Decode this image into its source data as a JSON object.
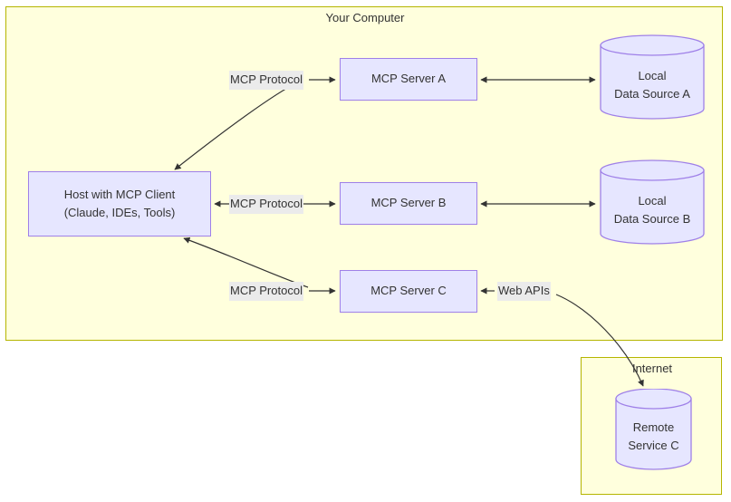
{
  "diagram": {
    "groups": [
      {
        "id": "your-computer",
        "title": "Your Computer"
      },
      {
        "id": "internet",
        "title": "Internet"
      }
    ],
    "nodes": [
      {
        "id": "host",
        "line1": "Host with MCP Client",
        "line2": "(Claude, IDEs, Tools)",
        "shape": "rect"
      },
      {
        "id": "server-a",
        "line1": "MCP Server A",
        "line2": "",
        "shape": "rect"
      },
      {
        "id": "server-b",
        "line1": "MCP Server B",
        "line2": "",
        "shape": "rect"
      },
      {
        "id": "server-c",
        "line1": "MCP Server C",
        "line2": "",
        "shape": "rect"
      },
      {
        "id": "data-source-a",
        "line1": "Local",
        "line2": "Data Source A",
        "shape": "cylinder"
      },
      {
        "id": "data-source-b",
        "line1": "Local",
        "line2": "Data Source B",
        "shape": "cylinder"
      },
      {
        "id": "remote-service-c",
        "line1": "Remote",
        "line2": "Service C",
        "shape": "cylinder"
      }
    ],
    "edge_labels": [
      {
        "id": "mcp-protocol-a",
        "text": "MCP Protocol"
      },
      {
        "id": "mcp-protocol-b",
        "text": "MCP Protocol"
      },
      {
        "id": "mcp-protocol-c",
        "text": "MCP Protocol"
      },
      {
        "id": "web-apis",
        "text": "Web APIs"
      }
    ],
    "colors": {
      "group_fill": "#ffffdd",
      "group_border": "#b5b500",
      "node_fill": "#e6e6ff",
      "node_border": "#9f80e8",
      "label_bg": "#ebebeb",
      "text": "#333333",
      "edge_stroke": "#333333"
    }
  }
}
